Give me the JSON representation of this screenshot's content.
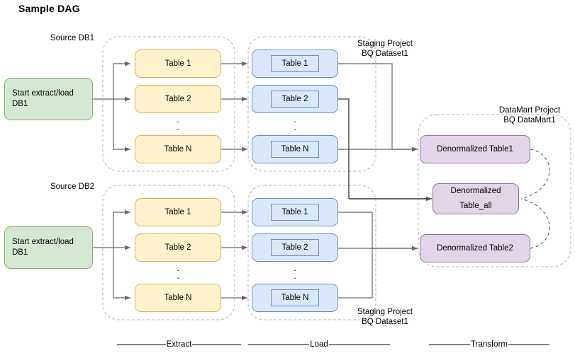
{
  "title": "Sample DAG",
  "groups": {
    "source_db1_label": "Source DB1",
    "source_db2_label": "Source DB2",
    "staging_top_label": "Staging Project\nBQ Dataset1",
    "staging_bottom_label": "Staging Project\nBQ Dataset1",
    "datamart_label": "DataMart Project\nBQ DataMart1"
  },
  "start_nodes": [
    {
      "id": "start-db1-top",
      "label": "Start extract/load\nDB1"
    },
    {
      "id": "start-db1-bottom",
      "label": "Start extract/load\nDB1"
    }
  ],
  "extract": {
    "top": [
      "Table 1",
      "Table 2",
      "Table N"
    ],
    "bottom": [
      "Table 1",
      "Table 2",
      "Table N"
    ]
  },
  "load": {
    "top": [
      "Table 1",
      "Table 2",
      "Table N"
    ],
    "bottom": [
      "Table 1",
      "Table 2",
      "Table N"
    ]
  },
  "transform": {
    "nodes": [
      "Denormalized Table1",
      "Denormalized\nTable_all",
      "Denormalized Table2"
    ]
  },
  "phases": [
    {
      "label": "Extract"
    },
    {
      "label": "Load"
    },
    {
      "label": "Transform"
    }
  ],
  "colors": {
    "green_fill": "#d5e8d4",
    "green_stroke": "#82b366",
    "yellow_fill": "#fff2cc",
    "yellow_stroke": "#d6b656",
    "blue_fill": "#dae8fc",
    "blue_stroke": "#6c8ebf",
    "purple_fill": "#e1d5e7",
    "purple_stroke": "#9673a6",
    "edge": "#666666",
    "edge_dark": "#000000",
    "container_dash": "#b3b3b3"
  }
}
